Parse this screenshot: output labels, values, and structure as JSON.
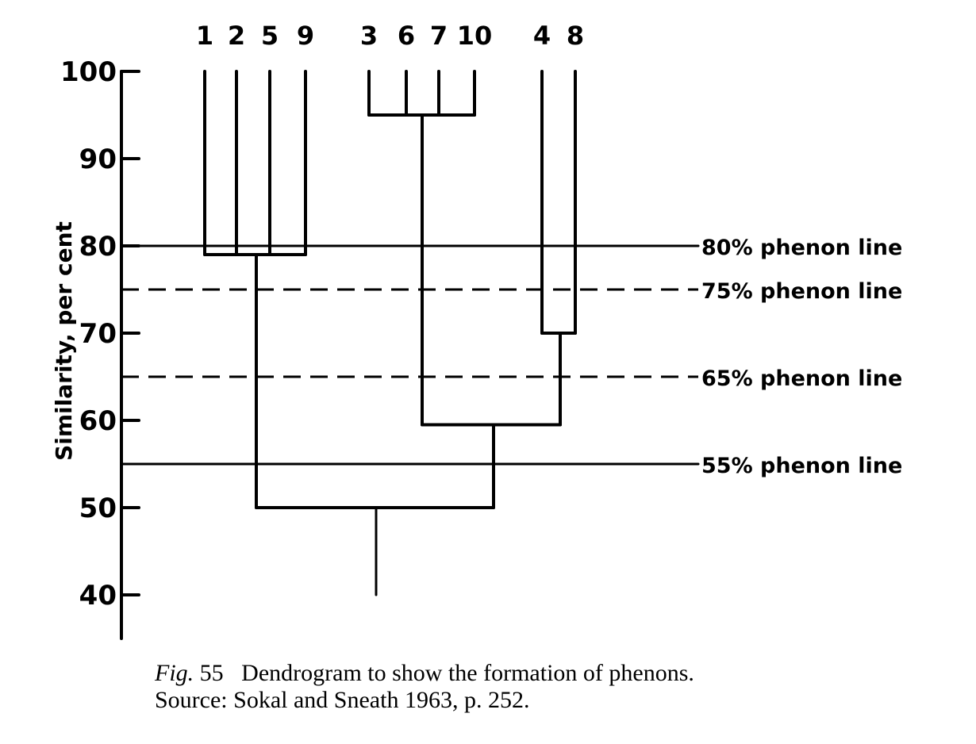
{
  "colors": {
    "ink": "#000000",
    "background": "#ffffff"
  },
  "axis": {
    "label": "Similarity, per cent",
    "ticks": [
      100,
      90,
      80,
      70,
      60,
      50,
      40
    ],
    "range": [
      35,
      100
    ]
  },
  "leaves": [
    "1",
    "2",
    "5",
    "9",
    "3",
    "6",
    "7",
    "10",
    "4",
    "8"
  ],
  "clusters": [
    {
      "id": "A",
      "members": [
        "1",
        "2",
        "5",
        "9"
      ],
      "similarity": 79
    },
    {
      "id": "B",
      "members": [
        "3",
        "6",
        "7",
        "10"
      ],
      "similarity": 95
    },
    {
      "id": "C",
      "members": [
        "4",
        "8"
      ],
      "similarity": 70
    },
    {
      "id": "D",
      "members": [
        "B",
        "C"
      ],
      "similarity": 59.5
    },
    {
      "id": "E",
      "members": [
        "A",
        "D"
      ],
      "similarity": 50
    },
    {
      "id": "root",
      "members": [
        "E"
      ],
      "similarity": 40
    }
  ],
  "phenon_lines": [
    {
      "value": 80,
      "style": "solid",
      "label": "80% phenon line"
    },
    {
      "value": 75,
      "style": "dashed",
      "label": "75% phenon line"
    },
    {
      "value": 65,
      "style": "dashed",
      "label": "65% phenon line"
    },
    {
      "value": 55,
      "style": "solid",
      "label": "55% phenon line"
    }
  ],
  "caption": {
    "fig": "Fig.",
    "number": "55",
    "text": "Dendrogram to show the formation of phenons.",
    "source": "Source: Sokal and Sneath 1963, p. 252."
  }
}
